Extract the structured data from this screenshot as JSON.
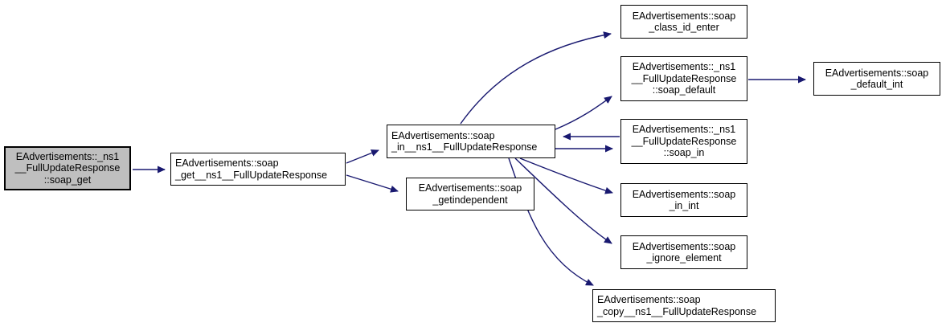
{
  "diagram": {
    "kind": "doxygen-call-graph",
    "colors": {
      "edge": "#191970",
      "node_border": "#000000",
      "node_fill": "#ffffff",
      "highlight_fill": "#bfbfbf",
      "text": "#000000",
      "background": "#ffffff"
    },
    "nodes": {
      "soap_get_member": {
        "lines": [
          "EAdvertisements::_ns1",
          "__FullUpdateResponse",
          "::soap_get"
        ],
        "highlighted": true
      },
      "soap_get_fn": {
        "lines": [
          "EAdvertisements::soap",
          "_get__ns1__FullUpdateResponse"
        ]
      },
      "soap_in_fn": {
        "lines": [
          "EAdvertisements::soap",
          "_in__ns1__FullUpdateResponse"
        ]
      },
      "getindependent": {
        "lines": [
          "EAdvertisements::soap",
          "_getindependent"
        ]
      },
      "class_id_enter": {
        "lines": [
          "EAdvertisements::soap",
          "_class_id_enter"
        ]
      },
      "soap_default_member": {
        "lines": [
          "EAdvertisements::_ns1",
          "__FullUpdateResponse",
          "::soap_default"
        ]
      },
      "default_int": {
        "lines": [
          "EAdvertisements::soap",
          "_default_int"
        ]
      },
      "soap_in_member": {
        "lines": [
          "EAdvertisements::_ns1",
          "__FullUpdateResponse",
          "::soap_in"
        ]
      },
      "in_int": {
        "lines": [
          "EAdvertisements::soap",
          "_in_int"
        ]
      },
      "ignore_element": {
        "lines": [
          "EAdvertisements::soap",
          "_ignore_element"
        ]
      },
      "copy_fn": {
        "lines": [
          "EAdvertisements::soap",
          "_copy__ns1__FullUpdateResponse"
        ]
      }
    },
    "edges": [
      {
        "from": "soap_get_member",
        "to": "soap_get_fn"
      },
      {
        "from": "soap_get_fn",
        "to": "soap_in_fn"
      },
      {
        "from": "soap_get_fn",
        "to": "getindependent"
      },
      {
        "from": "soap_in_fn",
        "to": "class_id_enter"
      },
      {
        "from": "soap_in_fn",
        "to": "soap_default_member"
      },
      {
        "from": "soap_default_member",
        "to": "default_int"
      },
      {
        "from": "soap_in_member",
        "to": "soap_in_fn"
      },
      {
        "from": "soap_in_fn",
        "to": "soap_in_member"
      },
      {
        "from": "soap_in_fn",
        "to": "in_int"
      },
      {
        "from": "soap_in_fn",
        "to": "ignore_element"
      },
      {
        "from": "soap_in_fn",
        "to": "copy_fn"
      }
    ]
  }
}
